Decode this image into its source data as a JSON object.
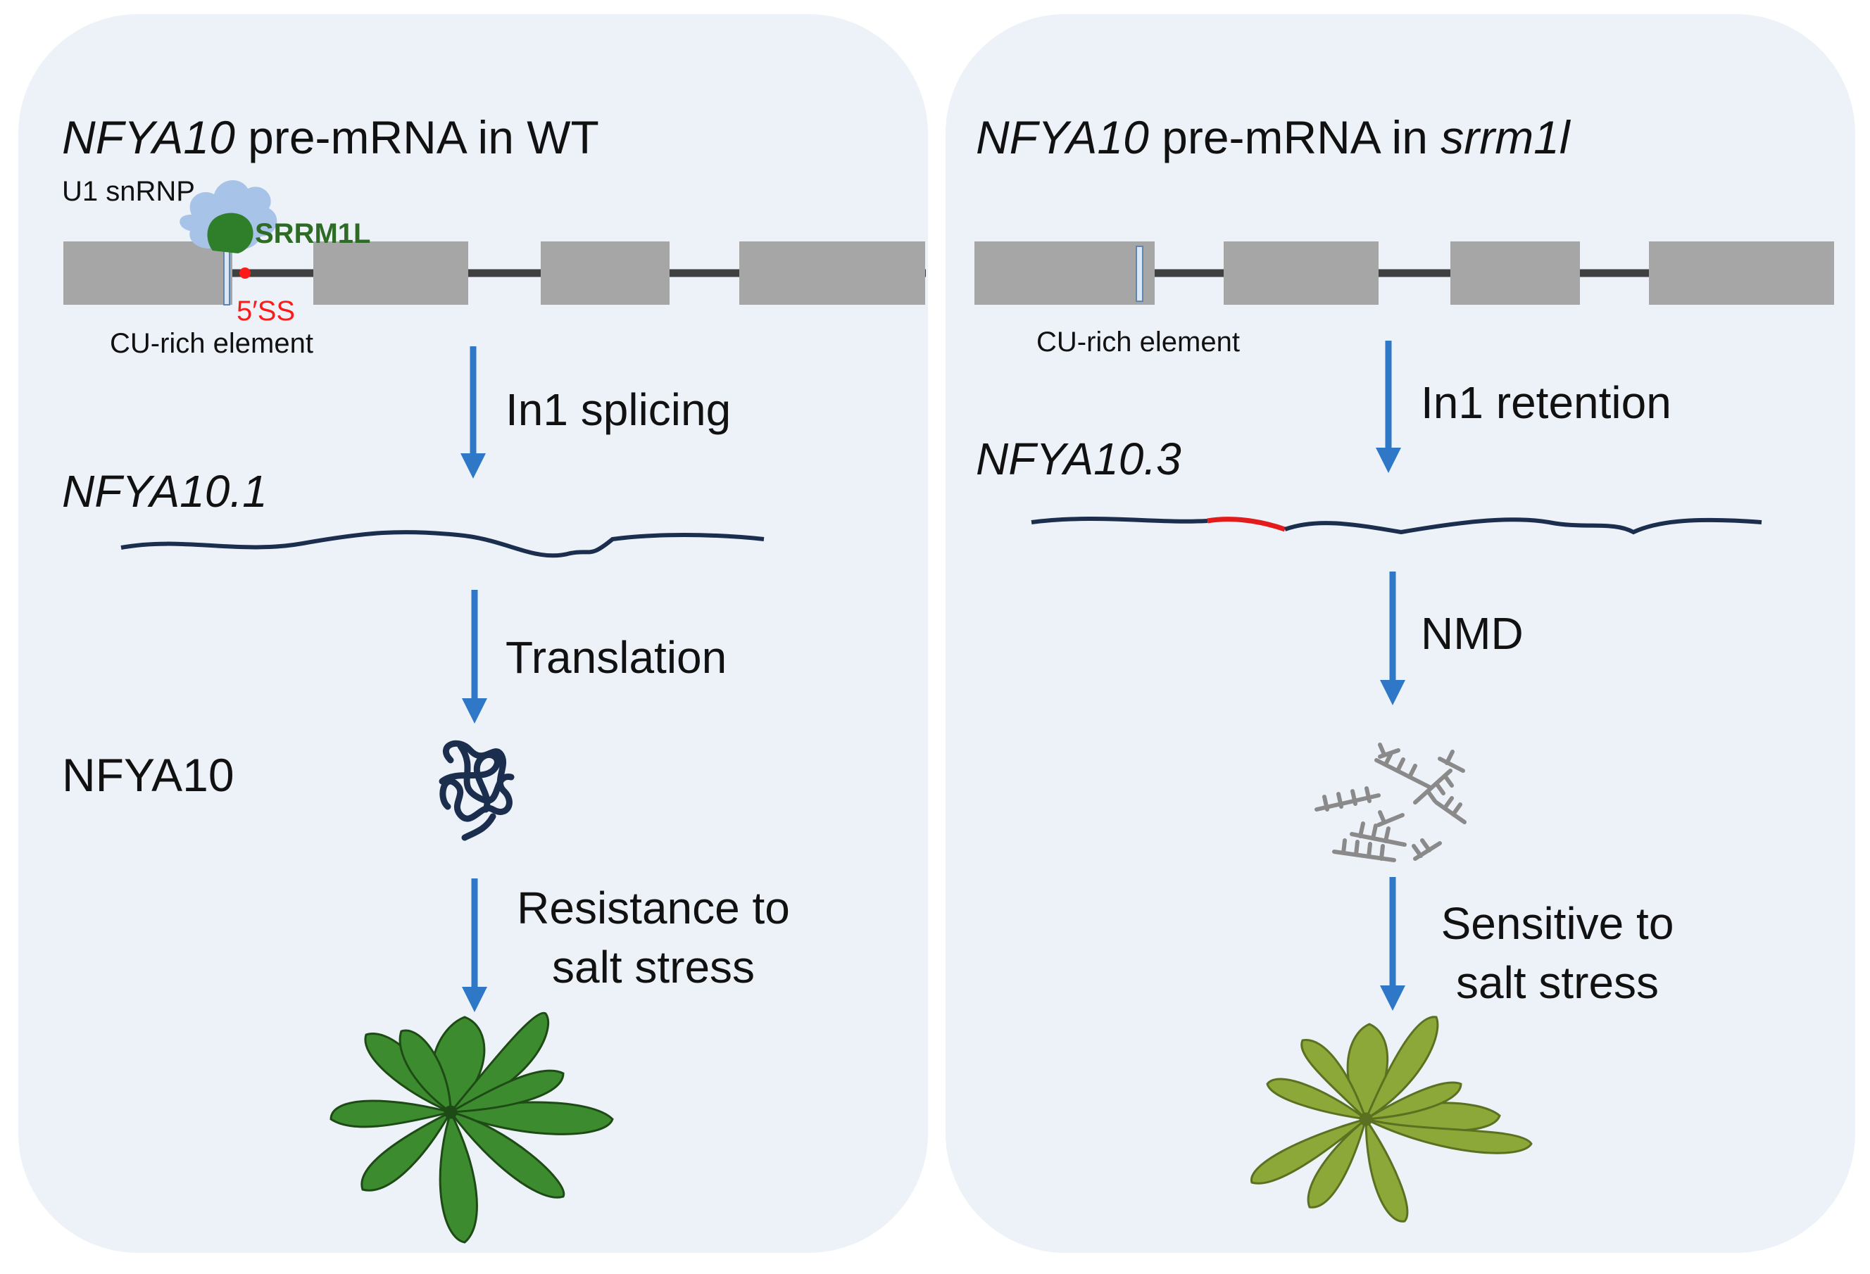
{
  "colors": {
    "panel_bg": "#edf2f9",
    "exon": "#a6a6a6",
    "intron": "#404040",
    "arrow": "#2e78c7",
    "mrna": "#1b2e4e",
    "retained_intron": "#e31b1b",
    "protein": "#1b2e4e",
    "srrm1l": "#2f7f2a",
    "u1_snrnp": "#a8c3e8",
    "splice_site": "#ff1a1a",
    "degraded": "#8a8a8a",
    "plant_healthy": "#3c8c2f",
    "plant_sensitive": "#8ca838"
  },
  "icons": {
    "protein": "folded-protein-icon",
    "degraded": "degraded-mrna-fragments-icon",
    "plant_healthy": "healthy-rosette-plant-icon",
    "plant_sensitive": "pale-rosette-plant-icon",
    "u1": "u1-snrnp-cloud-icon",
    "srrm1l": "srrm1l-protein-icon"
  },
  "left": {
    "heading_gene": "NFYA10",
    "heading_rest": " pre-mRNA in WT",
    "u1_label": "U1 snRNP",
    "srrm1l_label": "SRRM1L",
    "splice_site_label": "5′SS",
    "element_label": "CU-rich element",
    "step1": "In1 splicing",
    "transcript": "NFYA10.1",
    "step2": "Translation",
    "protein": "NFYA10",
    "outcome_line1": "Resistance to",
    "outcome_line2": "salt stress"
  },
  "right": {
    "heading_gene": "NFYA10",
    "heading_mid": " pre-mRNA in ",
    "heading_mutant": "srrm1l",
    "element_label": "CU-rich element",
    "step1": "In1 retention",
    "transcript": "NFYA10.3",
    "step2": "NMD",
    "outcome_line1": "Sensitive to",
    "outcome_line2": "salt stress"
  }
}
